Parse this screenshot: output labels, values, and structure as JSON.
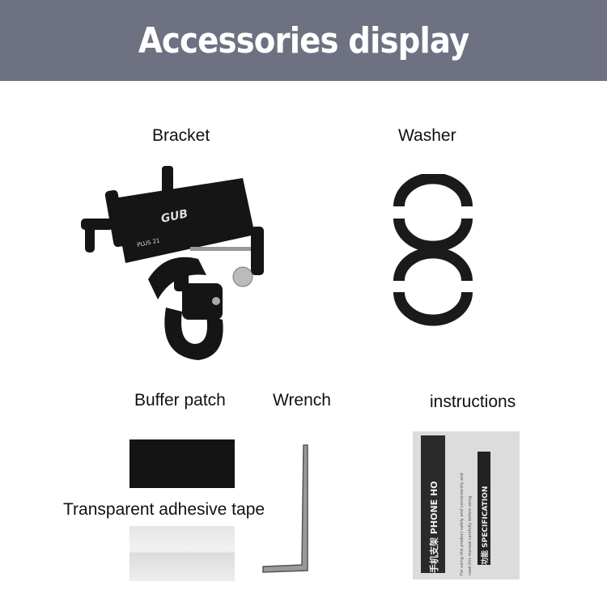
{
  "header": {
    "title": "Accessories display"
  },
  "labels": {
    "bracket": "Bracket",
    "washer": "Washer",
    "buffer_patch": "Buffer patch",
    "wrench": "Wrench",
    "instructions": "instructions",
    "tape": "Transparent adhesive tape"
  },
  "bracket_print": {
    "brand": "GUB",
    "model": "PLUS 21"
  },
  "manual": {
    "heading": "手机支架 PHONE HO",
    "spec": "功能 SPECIFICATION",
    "line1": "For using this product safely and conveniently and",
    "line2": "read this manual carefully before using"
  },
  "colors": {
    "header_bg": "#6e7182",
    "title": "#ffffff"
  }
}
